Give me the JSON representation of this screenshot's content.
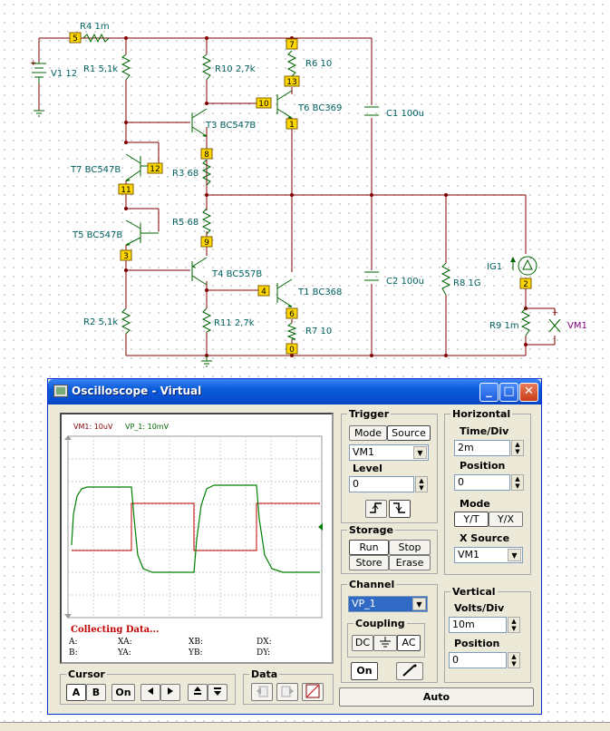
{
  "circuit": {
    "components": {
      "v1": "V1 12",
      "r4": "R4 1m",
      "r1": "R1 5,1k",
      "r10": "R10 2,7k",
      "r6": "R6 10",
      "t3": "T3 BC547B",
      "t6": "T6 BC369",
      "c1": "C1 100u",
      "t7": "T7 BC547B",
      "r3": "R3 68",
      "r5": "R5 68",
      "t5": "T5 BC547B",
      "t4": "T4 BC557B",
      "t1": "T1 BC368",
      "c2": "C2 100u",
      "r8": "R8 1G",
      "ig1": "IG1",
      "r2": "R2 5,1k",
      "r11": "R11 2,7k",
      "r7": "R7 10",
      "r9": "R9 1m",
      "vm1": "VM1"
    },
    "nodes": {
      "n5": "5",
      "n7": "7",
      "n13": "13",
      "n10": "10",
      "n1": "1",
      "n12": "12",
      "n8": "8",
      "n11": "11",
      "n3": "3",
      "n9": "9",
      "n4": "4",
      "n6": "6",
      "n0": "0",
      "n2": "2"
    },
    "wire_color": "#800000",
    "component_color": "#006400",
    "label_color": "#006060",
    "node_box_color": "#ffd700"
  },
  "window": {
    "title": "Oscilloscope - Virtual",
    "minimize": "_",
    "maximize": "□",
    "close": "✕"
  },
  "screen": {
    "legend_vm1": "VM1: 10uV",
    "legend_vp1": "VP_1: 10mV",
    "status": "Collecting Data...",
    "readout": {
      "a": "A:",
      "xa": "XA:",
      "xb": "XB:",
      "dx": "DX:",
      "b": "B:",
      "ya": "YA:",
      "yb": "YB:",
      "dy": "DY:"
    },
    "trace_colors": {
      "vm1": "#c00000",
      "vp1": "#008000"
    }
  },
  "trigger": {
    "label": "Trigger",
    "mode_btn": "Mode",
    "source_btn": "Source",
    "source_value": "VM1",
    "level_label": "Level",
    "level_value": "0",
    "rising_icon": "rising-edge-icon",
    "falling_icon": "falling-edge-icon"
  },
  "storage": {
    "label": "Storage",
    "run": "Run",
    "stop": "Stop",
    "store": "Store",
    "erase": "Erase"
  },
  "channel": {
    "label": "Channel",
    "value": "VP_1",
    "coupling_label": "Coupling",
    "dc": "DC",
    "ground_icon": "ground-icon",
    "ac": "AC",
    "on": "On",
    "probe_icon": "probe-icon"
  },
  "horizontal": {
    "label": "Horizontal",
    "timediv_label": "Time/Div",
    "timediv_value": "2m",
    "position_label": "Position",
    "position_value": "0",
    "mode_label": "Mode",
    "yt": "Y/T",
    "yx": "Y/X",
    "xsource_label": "X Source",
    "xsource_value": "VM1"
  },
  "vertical": {
    "label": "Vertical",
    "voltsdiv_label": "Volts/Div",
    "voltsdiv_value": "10m",
    "position_label": "Position",
    "position_value": "0"
  },
  "cursor": {
    "label": "Cursor",
    "a": "A",
    "b": "B",
    "on": "On",
    "left_icon": "arrow-left-icon",
    "right_icon": "arrow-right-icon",
    "up_icon": "arrow-up-icon",
    "down_icon": "arrow-down-icon"
  },
  "data_group": {
    "label": "Data",
    "import_icon": "import-icon",
    "export_icon": "export-icon",
    "graph_icon": "graph-icon"
  },
  "auto_btn": "Auto"
}
